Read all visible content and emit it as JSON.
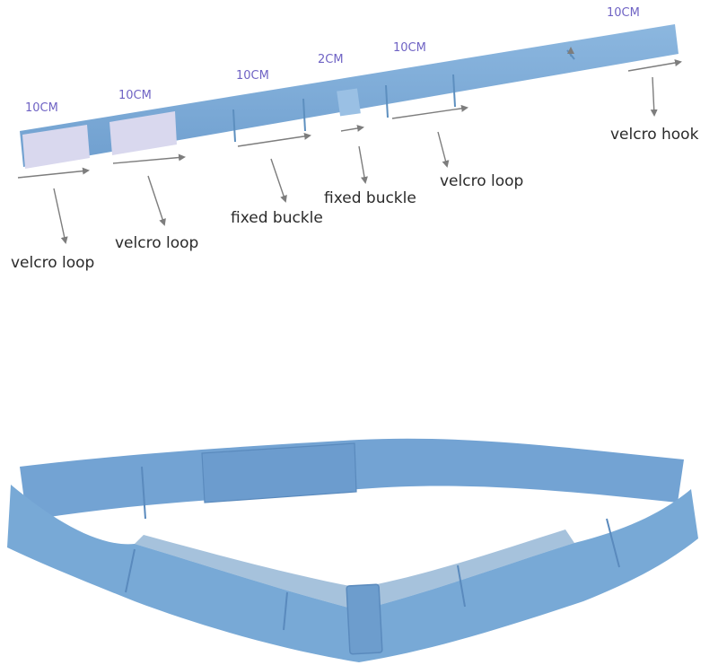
{
  "colors": {
    "strap": "#78a9d6",
    "strap_dark": "#5d8fbf",
    "strap_light": "#9ac0e4",
    "velcro_loop": "#d9d8ee",
    "arrow": "#7d7d7d",
    "dimension_text": "#6f63c4",
    "label_text": "#2a2a2a"
  },
  "dimensions": {
    "seg1": "10CM",
    "seg2": "10CM",
    "seg3": "10CM",
    "seg4": "2CM",
    "seg5": "10CM",
    "seg6": "10CM"
  },
  "parts": {
    "p1": "velcro loop",
    "p2": "velcro loop",
    "p3": "fixed buckle",
    "p4": "fixed buckle",
    "p5": "velcro loop",
    "p6": "velcro hook"
  }
}
